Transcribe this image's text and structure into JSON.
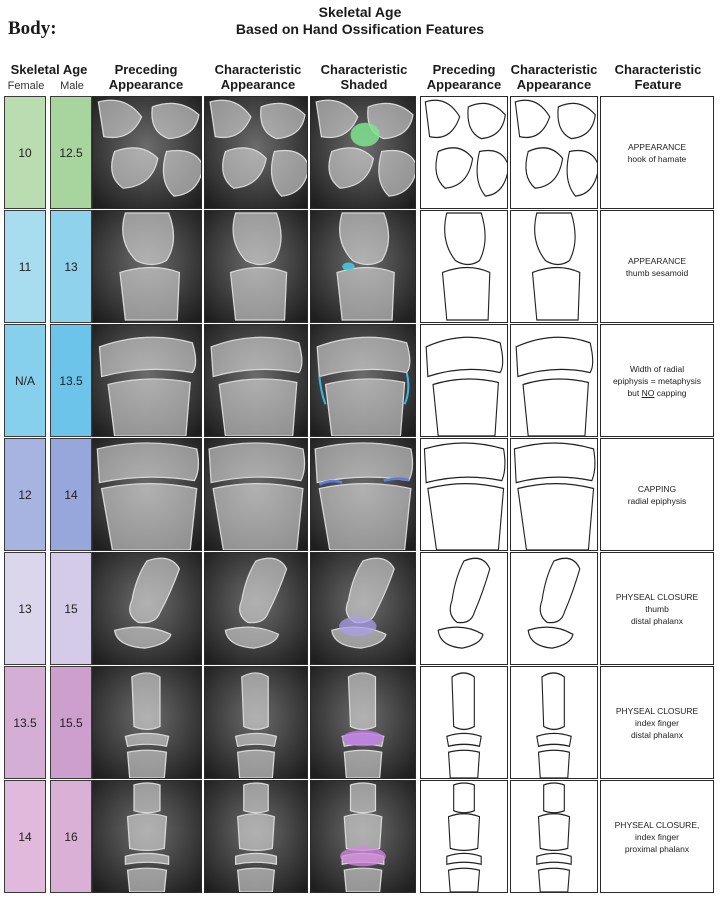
{
  "header": {
    "corner": "Body:",
    "title_line1": "Skeletal Age",
    "title_line2": "Based on Hand Ossification Features"
  },
  "columns": {
    "skeletal_age": "Skeletal Age",
    "female": "Female",
    "male": "Male",
    "preceding_1": "Preceding",
    "preceding_2": "Appearance",
    "characteristic_1": "Characteristic",
    "characteristic_2": "Appearance",
    "shaded_1": "Characteristic",
    "shaded_2": "Shaded",
    "preceding_draw_1": "Preceding",
    "preceding_draw_2": "Appearance",
    "char_draw_1": "Characteristic",
    "char_draw_2": "Appearance",
    "feature_1": "Characteristic",
    "feature_2": "Feature"
  },
  "rows": [
    {
      "female": "10",
      "male": "12.5",
      "feature_1": "APPEARANCE",
      "feature_2": "hook of hamate",
      "feature_3": "",
      "color_f": "#b9ddb0",
      "color_m": "#a8d49d",
      "shade": "#7fe38f",
      "kind": "carpal"
    },
    {
      "female": "11",
      "male": "13",
      "feature_1": "APPEARANCE",
      "feature_2": "thumb sesamoid",
      "feature_3": "",
      "color_f": "#a8dcef",
      "color_m": "#8fd2ec",
      "shade": "#46c8e0",
      "kind": "thumb"
    },
    {
      "female": "N/A",
      "male": "13.5",
      "feature_1": "Width of radial",
      "feature_2": "epiphysis = metaphysis",
      "feature_3_pre": "but ",
      "feature_3_u": "NO",
      "feature_3_post": " capping",
      "color_f": "#86d0ee",
      "color_m": "#6cc4ea",
      "shade": "#3fb3e0",
      "kind": "radius"
    },
    {
      "female": "12",
      "male": "14",
      "feature_1": "CAPPING",
      "feature_2": "radial epiphysis",
      "feature_3": "",
      "color_f": "#a7b3e0",
      "color_m": "#97a6db",
      "shade": "#5a7ee0",
      "kind": "radius2"
    },
    {
      "female": "13",
      "male": "15",
      "feature_1": "PHYSEAL CLOSURE",
      "feature_2": "thumb",
      "feature_3": "distal phalanx",
      "color_f": "#dcd6ec",
      "color_m": "#d3cbe8",
      "shade": "#a99ee8",
      "kind": "distal"
    },
    {
      "female": "13.5",
      "male": "15.5",
      "feature_1": "PHYSEAL CLOSURE",
      "feature_2": "index finger",
      "feature_3": "distal phalanx",
      "color_f": "#d5aed6",
      "color_m": "#cd9fcf",
      "shade": "#c27ae8",
      "kind": "index"
    },
    {
      "female": "14",
      "male": "16",
      "feature_1": "PHYSEAL CLOSURE,",
      "feature_2": "index finger",
      "feature_3": "proximal phalanx",
      "color_f": "#e1b9dc",
      "color_m": "#dab0d6",
      "shade": "#d487e0",
      "kind": "proximal"
    }
  ]
}
